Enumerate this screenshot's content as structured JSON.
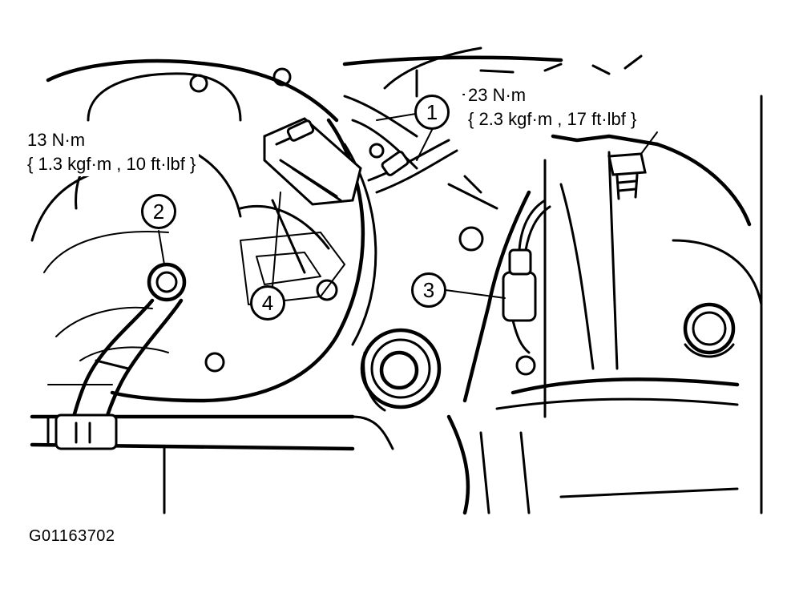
{
  "torque_specs": {
    "bolt_2": {
      "line1": "13 N·m",
      "line2": "{ 1.3 kgf·m , 10 ft·lbf }"
    },
    "bolt_1": {
      "line1": "23 N·m",
      "line2": "{ 2.3 kgf·m , 17 ft·lbf }"
    }
  },
  "callouts": [
    "1",
    "2",
    "3",
    "4"
  ],
  "figure_id": "G01163702",
  "colors": {
    "ink": "#000000",
    "paper": "#ffffff"
  }
}
